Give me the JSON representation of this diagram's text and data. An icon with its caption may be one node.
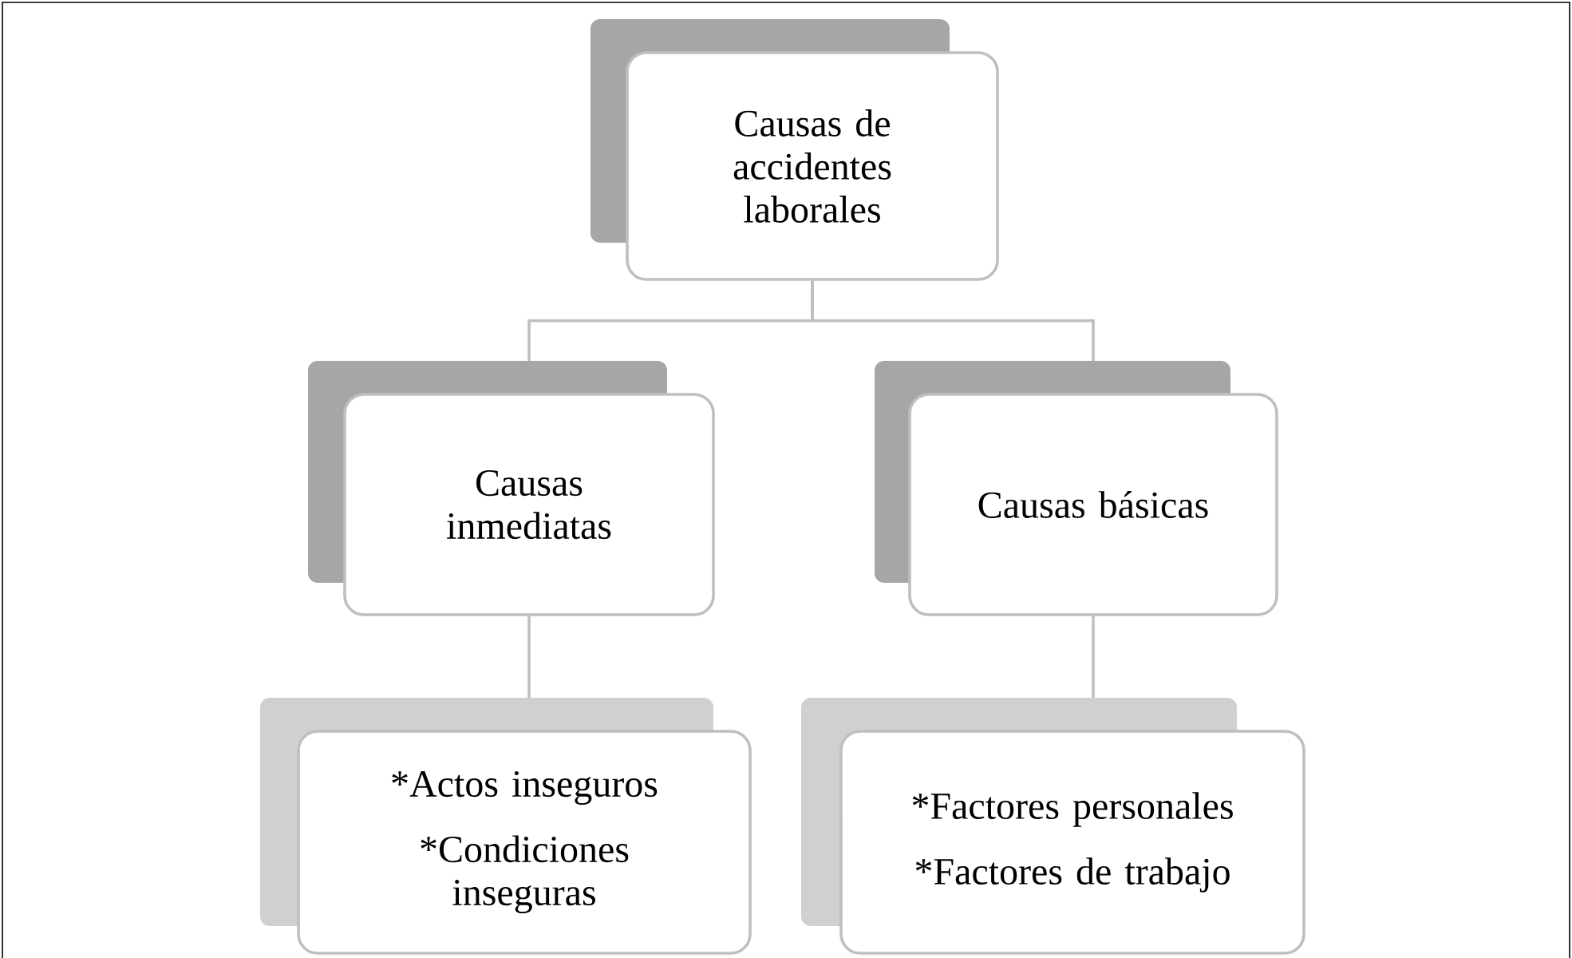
{
  "diagram": {
    "nodes": [
      {
        "text": [
          "Causas de accidentes laborales"
        ]
      },
      {
        "text": [
          "Causas inmediatas"
        ]
      },
      {
        "text": [
          "Causas básicas"
        ]
      },
      {
        "text": [
          "*Actos inseguros",
          "*Condiciones inseguras"
        ]
      },
      {
        "text": [
          "*Factores personales",
          "*Factores de trabajo"
        ]
      }
    ],
    "edges": [
      {
        "from": 0,
        "to": 1,
        "arrow": "none"
      },
      {
        "from": 0,
        "to": 2,
        "arrow": "none"
      },
      {
        "from": 1,
        "to": 3,
        "arrow": "none"
      },
      {
        "from": 2,
        "to": 4,
        "arrow": "none"
      }
    ]
  }
}
